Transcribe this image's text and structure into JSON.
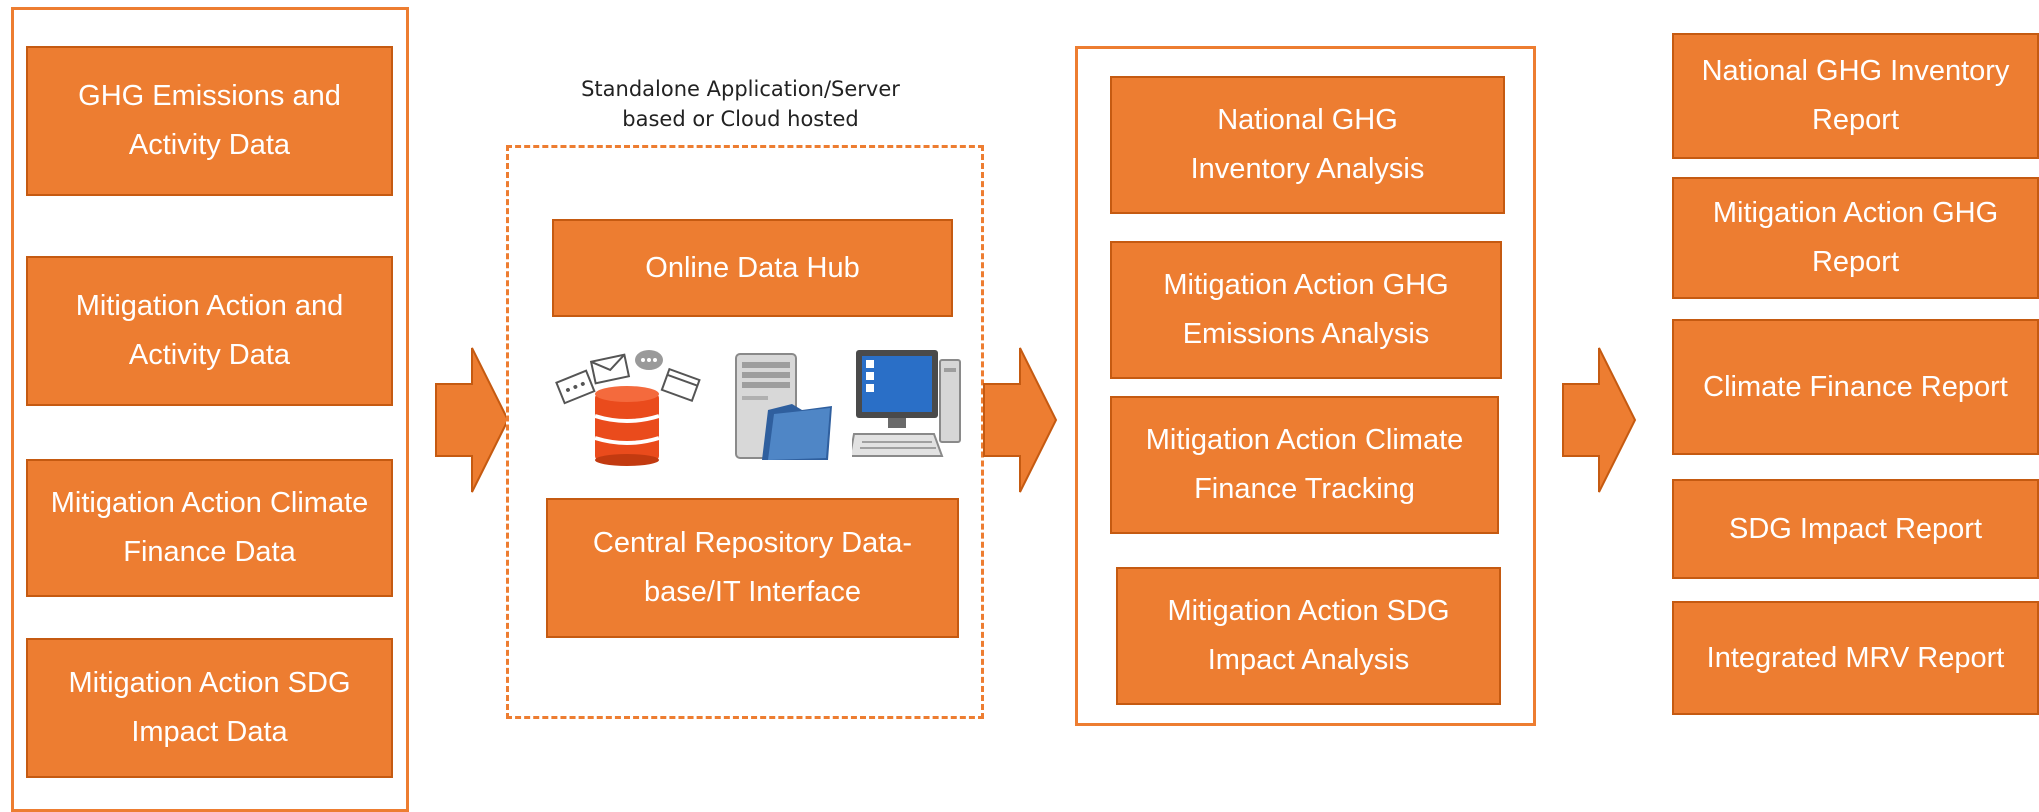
{
  "colors": {
    "accent": "#ed7d31",
    "accent_border": "#c55a11",
    "text_on_accent": "#ffffff"
  },
  "inputs": {
    "items": [
      "GHG Emissions and Activity Data",
      "Mitigation Action and Activity Data",
      "Mitigation Action Climate Finance Data",
      "Mitigation Action SDG Impact Data"
    ]
  },
  "platform": {
    "caption": "Standalone Application/Server based or Cloud hosted",
    "hub": "Online Data Hub",
    "repository": "Central Repository Data-base/IT Interface",
    "icons": [
      "database-icon",
      "server-folder-icon",
      "desktop-computer-icon"
    ]
  },
  "analysis": {
    "items": [
      "National GHG Inventory Analysis",
      "Mitigation Action GHG Emissions Analysis",
      "Mitigation Action Climate Finance Tracking",
      "Mitigation Action SDG Impact Analysis"
    ]
  },
  "reports": {
    "items": [
      "National GHG Inventory Report",
      "Mitigation Action GHG Report",
      "Climate Finance Report",
      "SDG Impact Report",
      "Integrated MRV Report"
    ]
  }
}
